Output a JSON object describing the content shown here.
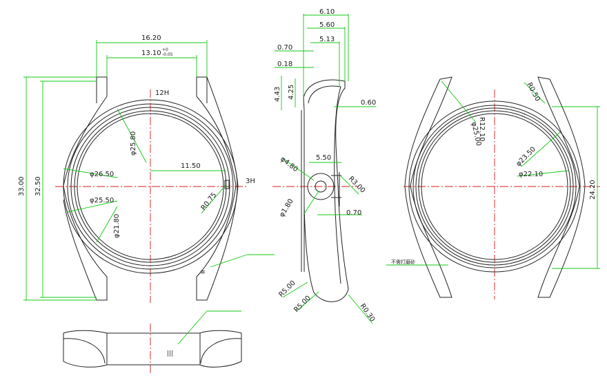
{
  "labels": {
    "twelve_h": "12H",
    "three_h": "3H",
    "note_bottom_right": "不需打磨砂"
  },
  "front_view": {
    "d_lug_outer": "16.20",
    "d_lug_inner": "13.10",
    "d_tol_plus": "+0",
    "d_tol_minus": "-0.05",
    "d_h_outer": "33.00",
    "d_h_inner": "32.50",
    "d_dia_25_80": "φ25.80",
    "d_dia_26_50": "φ26.50",
    "d_dia_25_50": "φ25.50",
    "d_dia_21_80": "φ21.80",
    "d_11_50": "11.50",
    "d_r0_75": "R0.75"
  },
  "side_view": {
    "d_6_10": "6.10",
    "d_5_60": "5.60",
    "d_5_13": "5.13",
    "d_0_70_top": "0.70",
    "d_0_18": "0.18",
    "d_4_43": "4.43",
    "d_4_25": "4.25",
    "d_0_60": "0.60",
    "d_dia_4_80": "φ4.80",
    "d_5_50": "5.50",
    "d_r3_00": "R3.00",
    "d_dia_1_80": "φ1.80",
    "d_0_70_mid": "0.70",
    "d_r5_00_a": "R5.00",
    "d_r5_00_b": "R5.00",
    "d_r0_30": "R0.30"
  },
  "back_view": {
    "d_r0_50": "R0.50",
    "d_r12_10": "R12.10",
    "d_dia_25_00": "φ25.00",
    "d_dia_23_50": "φ23.50",
    "d_dia_22_10": "φ22.10",
    "d_24_20": "24.20"
  },
  "colors": {
    "dimension": "#10c810",
    "centerline": "#d81a1a",
    "outline": "#202020"
  }
}
